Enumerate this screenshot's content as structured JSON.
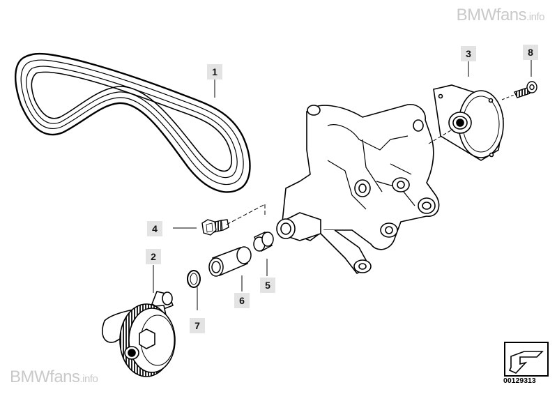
{
  "watermark": {
    "brand": "BMWfans",
    "suffix": ".info"
  },
  "diagram_number": "00129313",
  "callouts": [
    {
      "id": "1",
      "label": "1"
    },
    {
      "id": "2",
      "label": "2"
    },
    {
      "id": "3",
      "label": "3"
    },
    {
      "id": "4",
      "label": "4"
    },
    {
      "id": "5",
      "label": "5"
    },
    {
      "id": "6",
      "label": "6"
    },
    {
      "id": "7",
      "label": "7"
    },
    {
      "id": "8",
      "label": "8"
    }
  ],
  "colors": {
    "line": "#000000",
    "callout_bg": "#e3e3e3",
    "watermark": "#c9c9c9"
  }
}
